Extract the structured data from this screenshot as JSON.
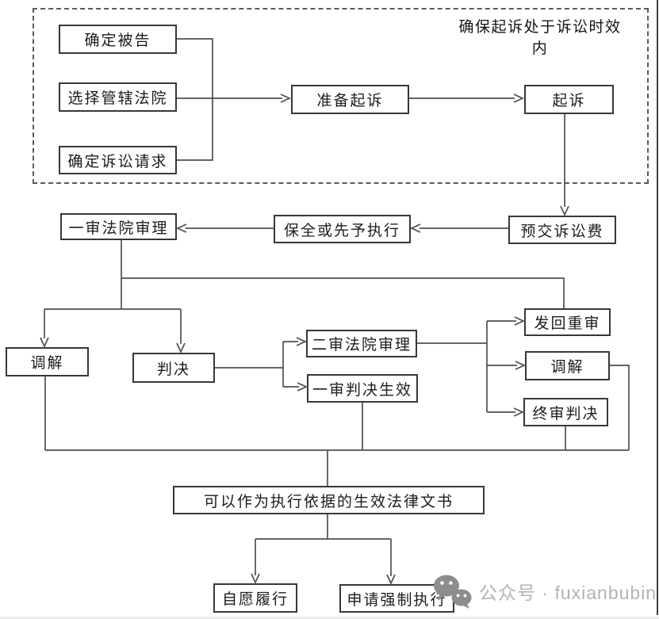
{
  "diagram": {
    "note": "确保起诉处于诉讼时效内",
    "nodes": {
      "determine_defendant": {
        "label": "确定被告"
      },
      "choose_court": {
        "label": "选择管辖法院"
      },
      "determine_claims": {
        "label": "确定诉讼请求"
      },
      "prepare_sue": {
        "label": "准备起诉"
      },
      "sue": {
        "label": "起诉"
      },
      "prepay_fee": {
        "label": "预交诉讼费"
      },
      "preservation": {
        "label": "保全或先予执行"
      },
      "first_instance_trial": {
        "label": "一审法院审理"
      },
      "mediation_first": {
        "label": "调解"
      },
      "judgment": {
        "label": "判决"
      },
      "second_instance_trial": {
        "label": "二审法院审理"
      },
      "first_judgment_effective": {
        "label": "一审判决生效"
      },
      "remand_retrial": {
        "label": "发回重审"
      },
      "mediation_second": {
        "label": "调解"
      },
      "final_judgment": {
        "label": "终审判决"
      },
      "effective_legal_documents": {
        "label": "可以作为执行依据的生效法律文书"
      },
      "voluntary_performance": {
        "label": "自愿履行"
      },
      "apply_enforcement": {
        "label": "申请强制执行"
      }
    },
    "colors": {
      "connector": "#4f4f4f",
      "box_border": "#383838",
      "text": "#1c1c1c",
      "watermark_text": "#b4b4b4",
      "watermark_icon": "#8d8d8d"
    }
  },
  "watermark": {
    "icon": "wechat-icon",
    "text": "公众号 · fuxianbubin"
  }
}
